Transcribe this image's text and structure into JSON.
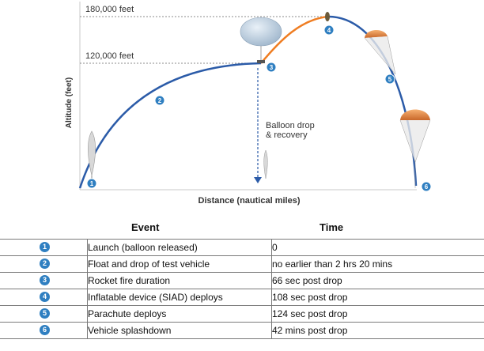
{
  "diagram": {
    "altitude_top_label": "180,000 feet",
    "altitude_mid_label": "120,000 feet",
    "y_axis_label": "Altitude (feet)",
    "x_axis_label": "Distance (nautical miles)",
    "drop_label_line1": "Balloon drop",
    "drop_label_line2": "& recovery",
    "colors": {
      "ascent_path": "#2b5ba8",
      "rocket_path": "#ef7d22",
      "marker": "#2f7fc1",
      "drop_arrow": "#2b5ba8"
    }
  },
  "table": {
    "headers": {
      "event": "Event",
      "time": "Time"
    },
    "rows": [
      {
        "num": "1",
        "event": "Launch (balloon released)",
        "time": "0"
      },
      {
        "num": "2",
        "event": "Float and drop of test vehicle",
        "time": "no earlier than 2 hrs 20 mins"
      },
      {
        "num": "3",
        "event": "Rocket fire duration",
        "time": "66 sec post drop"
      },
      {
        "num": "4",
        "event": "Inflatable device (SIAD) deploys",
        "time": "108 sec post drop"
      },
      {
        "num": "5",
        "event": "Parachute deploys",
        "time": "124 sec post drop"
      },
      {
        "num": "6",
        "event": "Vehicle splashdown",
        "time": "42 mins post drop"
      }
    ]
  }
}
